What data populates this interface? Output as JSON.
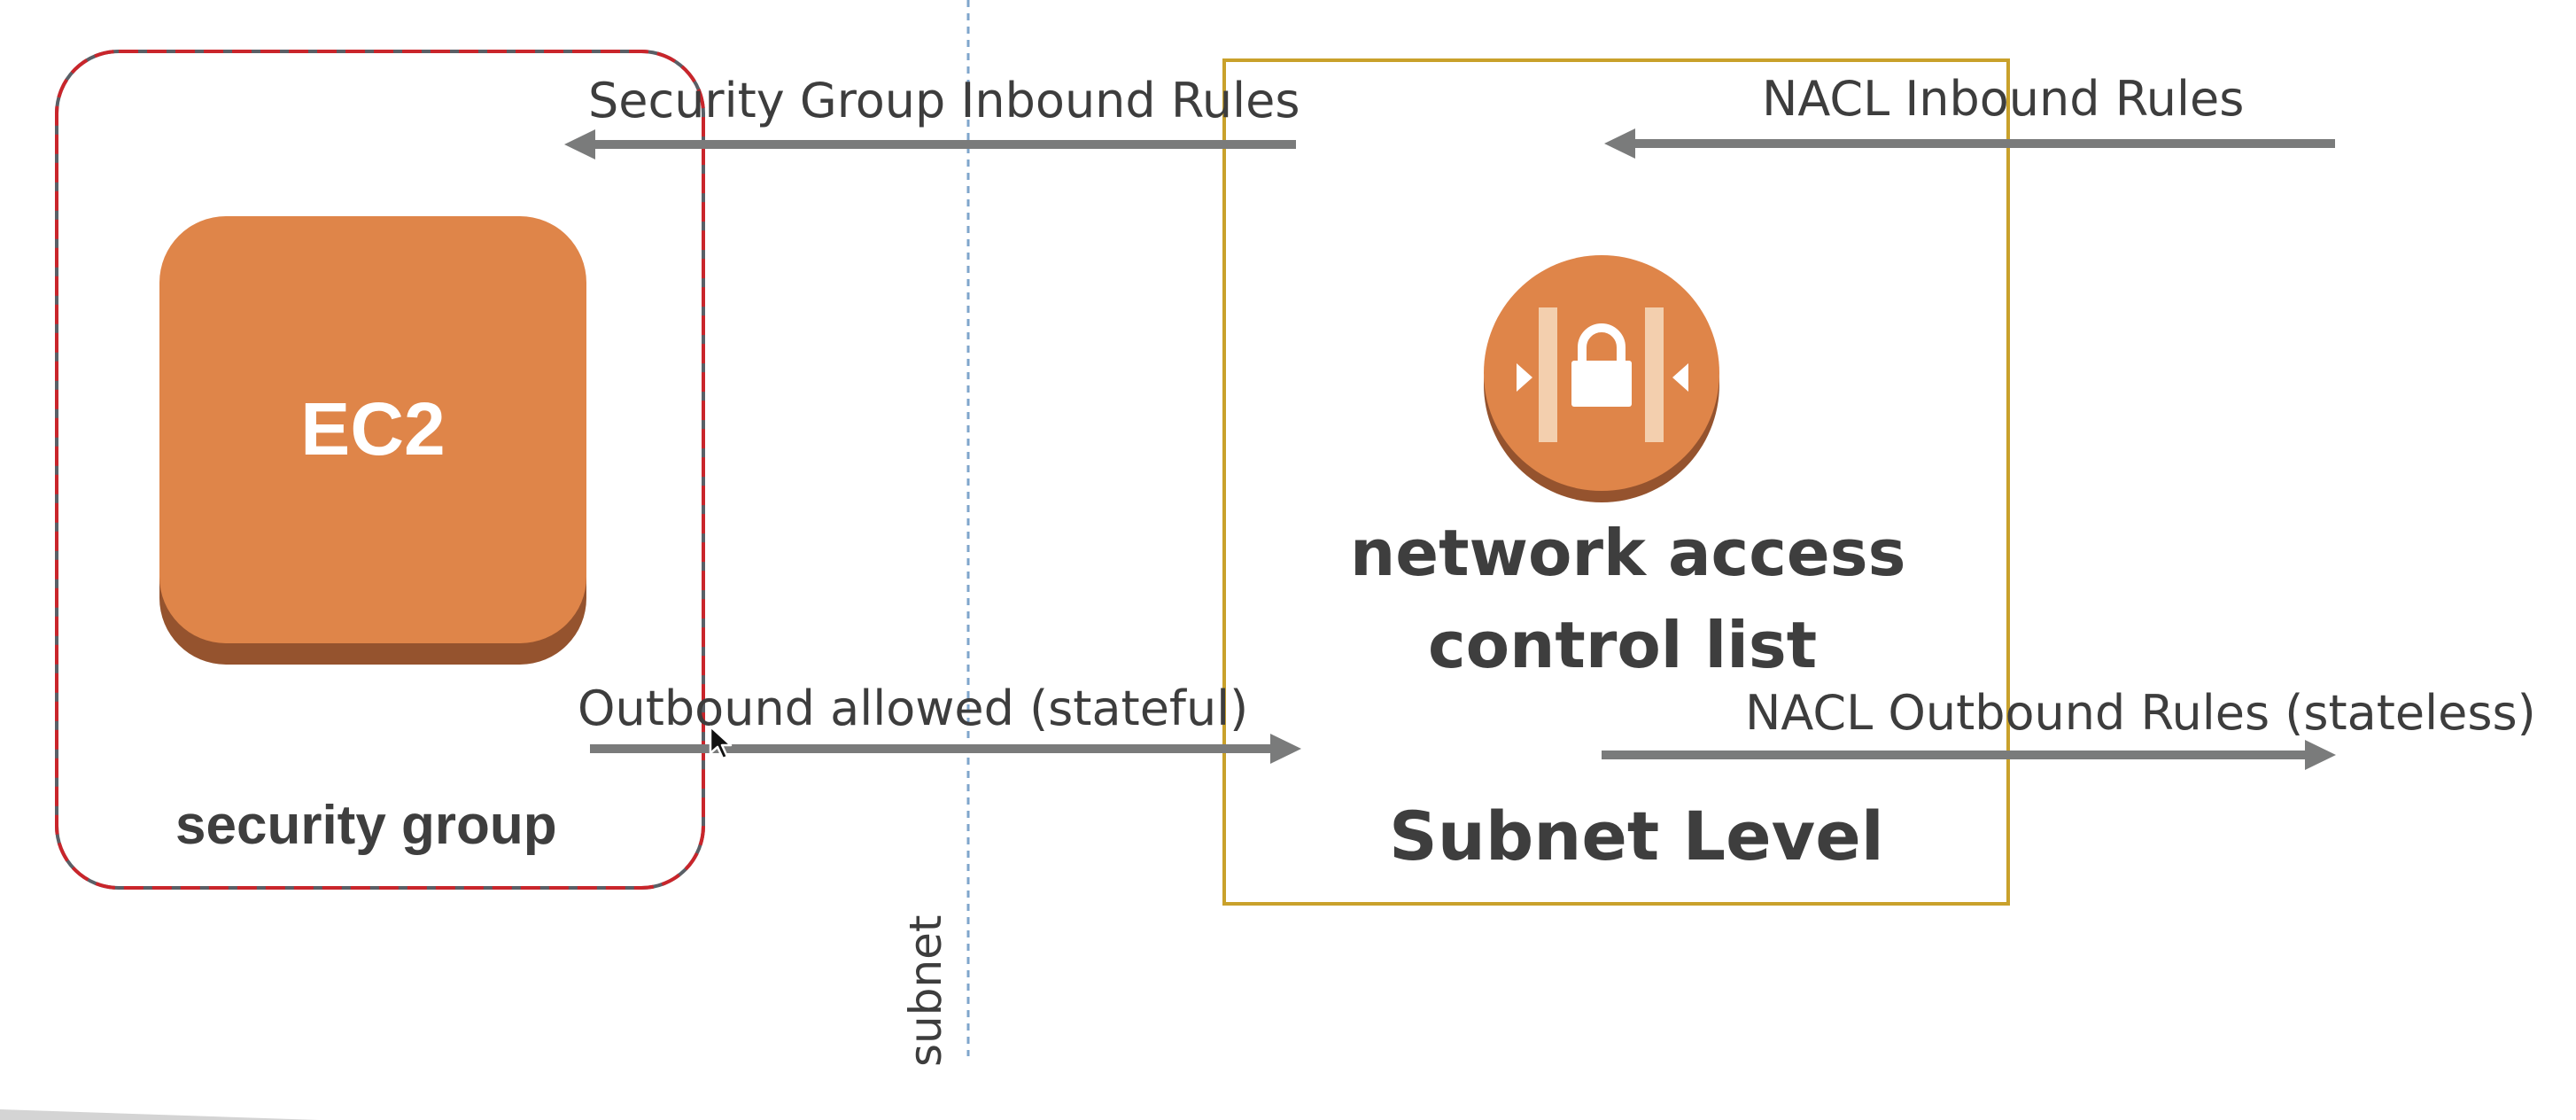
{
  "diagram": {
    "labels": {
      "sg_inbound": "Security Group Inbound Rules",
      "nacl_inbound": "NACL Inbound Rules",
      "ec2": "EC2",
      "nacl_title_line1": "network access",
      "nacl_title_line2": "control list",
      "outbound_allowed": "Outbound allowed (stateful)",
      "nacl_outbound": "NACL Outbound Rules (stateless)",
      "security_group": "security group",
      "subnet_level": "Subnet Level",
      "subnet_vertical": "subnet"
    },
    "colors": {
      "ec2_orange": "#df8549",
      "ec2_shadow": "#95532e",
      "arrow_gray": "#7a7b7b",
      "security_group_border": "#c9252b",
      "subnet_box_border": "#c9a12b",
      "subnet_divider": "#7fa6cc"
    },
    "icons": {
      "nacl": "nacl-lock-icon",
      "cursor": "mouse-pointer-icon"
    }
  }
}
